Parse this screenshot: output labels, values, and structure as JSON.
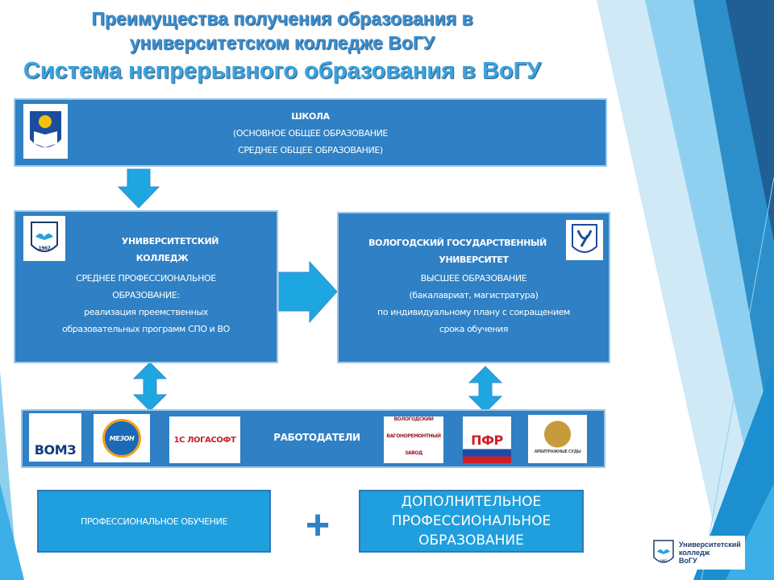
{
  "title": {
    "line1": "Преимущества получения образования в",
    "line2": "университетском колледже ВоГУ",
    "line3": "Система непрерывного образования в ВоГУ"
  },
  "school": {
    "title": "ШКОЛА",
    "line1": "(ОСНОВНОЕ ОБЩЕЕ   ОБРАЗОВАНИЕ",
    "line2": "СРЕДНЕЕ ОБЩЕЕ ОБРАЗОВАНИЕ)"
  },
  "college": {
    "title1": "УНИВЕРСИТЕТСКИЙ",
    "title2": "КОЛЛЕДЖ",
    "line1": "СРЕДНЕЕ ПРОФЕССИОНАЛЬНОЕ",
    "line2": "ОБРАЗОВАНИЕ:",
    "line3": "реализация преемственных",
    "line4": "образовательных программ СПО и ВО",
    "logo_year": "1967"
  },
  "university": {
    "title1": "ВОЛОГОДСКИЙ ГОСУДАРСТВЕННЫЙ",
    "title2": "УНИВЕРСИТЕТ",
    "line1": "ВЫСШЕЕ ОБРАЗОВАНИЕ",
    "line2": "(бакалавриат, магистратура)",
    "line3": "по индивидуальному плану с сокращением",
    "line4": "срока обучения"
  },
  "employers": {
    "label": "РАБОТОДАТЕЛИ",
    "logos": [
      "ВОМЗ",
      "МЕЗОН",
      "1С ЛОГАСОФТ",
      "ВОЛОГОДСКИЙ ВАГОНОРЕМОНТНЫЙ ЗАВОД",
      "ПФР",
      "АРБИТРАЖНЫЕ СУДЫ"
    ]
  },
  "bottom": {
    "prof_training": "ПРОФЕССИОНАЛЬНОЕ ОБУЧЕНИЕ",
    "plus": "+",
    "dpo_line1": "ДОПОЛНИТЕЛЬНОЕ",
    "dpo_line2": "ПРОФЕССИОНАЛЬНОЕ",
    "dpo_line3": "ОБРАЗОВАНИЕ"
  },
  "corner_logo": {
    "line1": "Университетский",
    "line2": "колледж",
    "line3": "ВоГУ",
    "year": "1967"
  },
  "colors": {
    "box": "#2f80c4",
    "light_box": "#1f9fdd",
    "arrow": "#1ea6e0",
    "title": "#3b8fcf"
  }
}
